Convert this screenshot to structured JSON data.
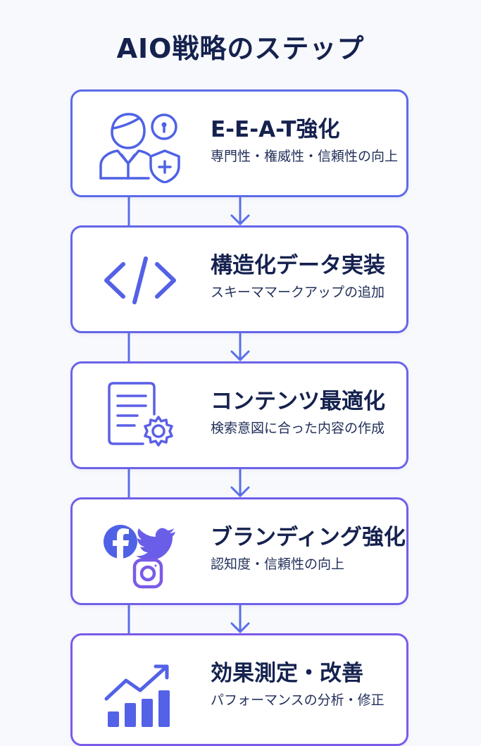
{
  "title": "AIO戦略のステップ",
  "steps": [
    {
      "title": "E-E-A-T強化",
      "description": "専門性・権威性・信頼性の向上",
      "icon": "expert-shield-icon"
    },
    {
      "title": "構造化データ実装",
      "description": "スキーママークアップの追加",
      "icon": "code-icon"
    },
    {
      "title": "コンテンツ最適化",
      "description": "検索意図に合った内容の作成",
      "icon": "document-gear-icon"
    },
    {
      "title": "ブランディング強化",
      "description": "認知度・信頼性の向上",
      "icon": "social-media-icon"
    },
    {
      "title": "効果測定・改善",
      "description": "パフォーマンスの分析・修正",
      "icon": "growth-chart-icon"
    }
  ],
  "colors": {
    "accent_start": "#4f6fe6",
    "accent_end": "#7a5be8",
    "title": "#15224f"
  }
}
